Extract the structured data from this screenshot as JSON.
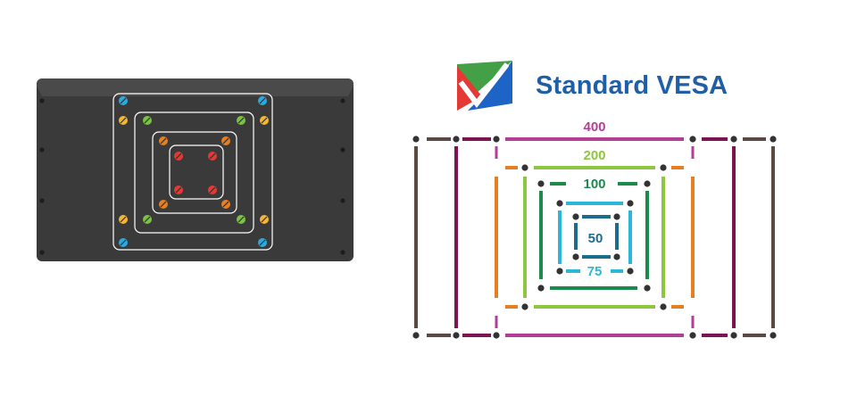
{
  "brand": {
    "title": "Standard VESA",
    "logo_icon": "vesa-checkmark-logo",
    "logo_colors": [
      "#e53935",
      "#43a047",
      "#1e63c6"
    ]
  },
  "monitor": {
    "panel_color": "#3a3a3a",
    "outline_color": "#ffffff",
    "mount_patterns": [
      {
        "name": "50",
        "screw_color": "#e53935"
      },
      {
        "name": "75",
        "screw_color": "#e67e22"
      },
      {
        "name": "100",
        "screw_color": "#7cc242"
      },
      {
        "name": "200",
        "screw_color": "#f2b632"
      },
      {
        "name": "400",
        "screw_color": "#29abe2"
      }
    ]
  },
  "vesa_sizes": [
    {
      "label": "400",
      "color": "#b33f95"
    },
    {
      "label": "200",
      "color": "#8dc63f"
    },
    {
      "label": "100",
      "color": "#1b8a4c"
    },
    {
      "label": "75",
      "color": "#2ab7d9"
    },
    {
      "label": "50",
      "color": "#1c6d8c"
    }
  ],
  "extra_colors": {
    "outer_brown": "#5b4a42",
    "outer_maroon": "#7b1450",
    "orange": "#e67e22",
    "dots": "#333333"
  }
}
